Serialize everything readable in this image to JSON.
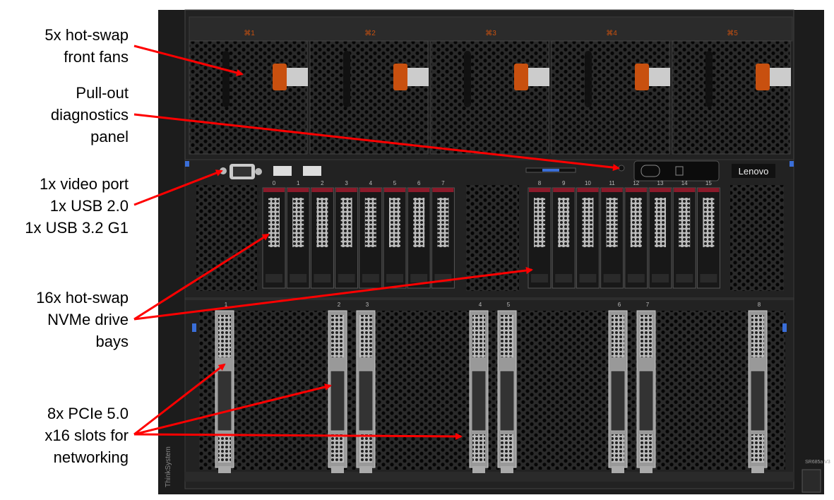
{
  "callouts": {
    "fans": [
      "5x hot-swap",
      "front fans"
    ],
    "diagnostics": [
      "Pull-out",
      "diagnostics",
      "panel"
    ],
    "ports": [
      "1x video port",
      "1x USB 2.0",
      "1x USB 3.2 G1"
    ],
    "drives": [
      "16x hot-swap",
      "NVMe drive",
      "bays"
    ],
    "pcie": [
      "8x PCIe 5.0",
      "x16 slots for",
      "networking"
    ]
  },
  "server": {
    "brand": "Lenovo",
    "side_brand": "ThinkSystem",
    "model": "SR685a V3",
    "fan_labels": [
      "1",
      "2",
      "3",
      "4",
      "5"
    ],
    "bay_labels": [
      "0",
      "1",
      "2",
      "3",
      "4",
      "5",
      "6",
      "7",
      "8",
      "9",
      "10",
      "11",
      "12",
      "13",
      "14",
      "15"
    ],
    "slot_labels": [
      "1",
      "2",
      "3",
      "4",
      "5",
      "6",
      "7",
      "8"
    ]
  },
  "colors": {
    "arrow": "#ff0000",
    "fan_latch": "#c8500f",
    "bay_latch": "#8a1a2a",
    "chassis": "#1c1c1c"
  }
}
